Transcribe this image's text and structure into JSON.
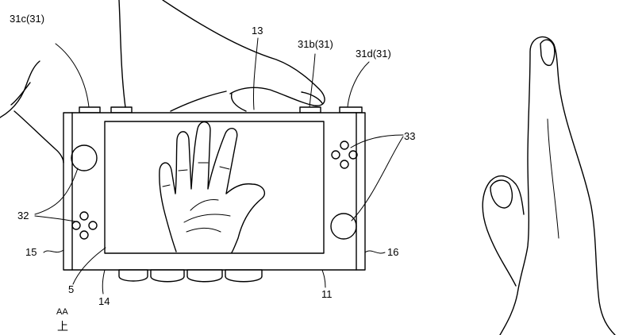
{
  "labels": {
    "l31c": "31c(31)",
    "l13": "13",
    "l31b": "31b(31)",
    "l31d": "31d(31)",
    "l33": "33",
    "l32": "32",
    "l15": "15",
    "l16": "16",
    "l5": "5",
    "l14": "14",
    "l11": "11",
    "axis_top": "AA",
    "axis_char": "上"
  }
}
